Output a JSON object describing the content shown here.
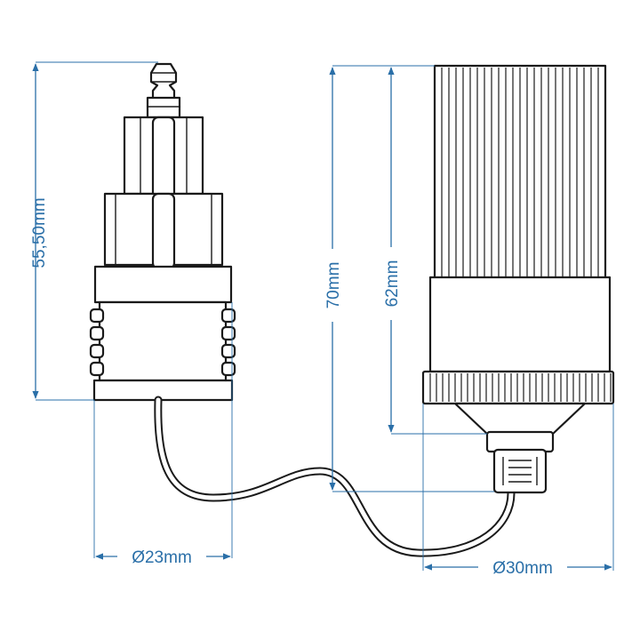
{
  "dimensions": {
    "plug_height": "55,50mm",
    "plug_diameter": "Ø23mm",
    "total_height": "70mm",
    "socket_height": "62mm",
    "socket_diameter": "Ø30mm"
  },
  "colors": {
    "dimension": "#2a6fa8",
    "outline": "#1a1a1a",
    "background": "#ffffff"
  }
}
